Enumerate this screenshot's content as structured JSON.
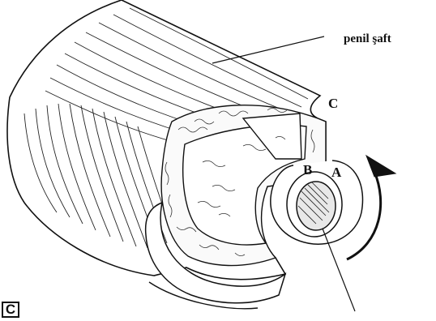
{
  "labels": {
    "shaft": "penil şaft",
    "a": "A",
    "b": "B",
    "c": "C"
  },
  "panel_letter": "C"
}
